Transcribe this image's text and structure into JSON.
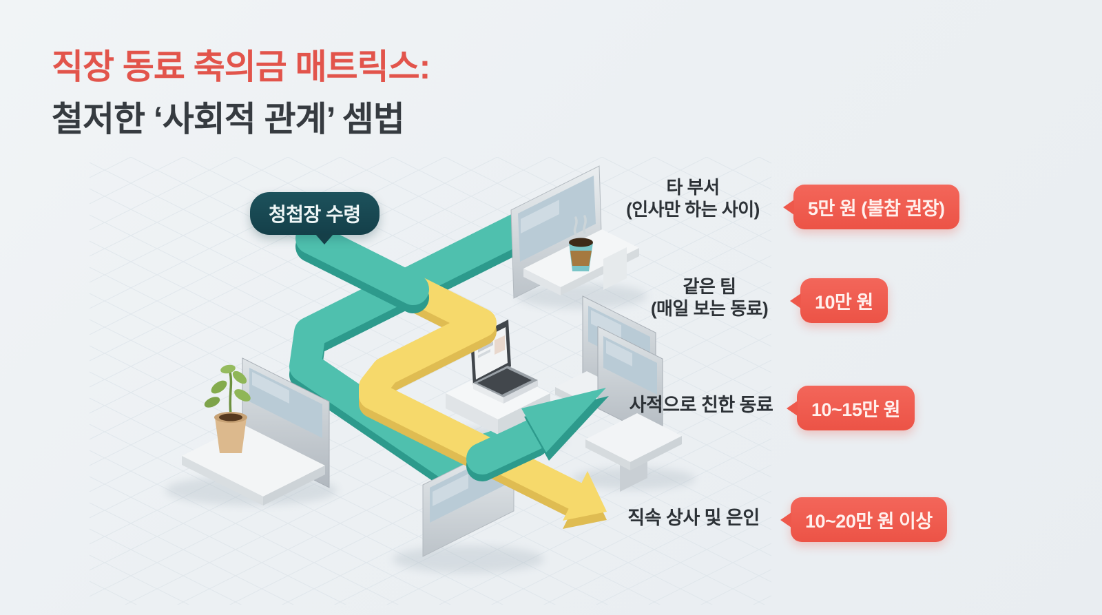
{
  "title": {
    "line1": "직장 동료 축의금 매트릭스:",
    "line2": "철저한 ‘사회적 관계’ 셈법"
  },
  "flow_start": {
    "label": "청첩장 수령"
  },
  "relationships": [
    {
      "label": "타 부서",
      "sublabel": "(인사만 하는 사이)",
      "amount": "5만 원 (불참 권장)"
    },
    {
      "label": "같은 팀",
      "sublabel": "(매일 보는 동료)",
      "amount": "10만 원"
    },
    {
      "label": "사적으로 친한 동료",
      "sublabel": "",
      "amount": "10~15만 원"
    },
    {
      "label": "직속 상사 및 은인",
      "sublabel": "",
      "amount": "10~20만 원 이상"
    }
  ],
  "colors": {
    "title_red": "#e2544b",
    "title_dark": "#363b40",
    "invitation_badge_bg": "#17454f",
    "amount_badge_bg": "#ee584b",
    "path_teal": "#4fc0ae",
    "path_yellow": "#f6d96b",
    "background": "#eef1f4"
  },
  "icons": {
    "plant": "plant-icon",
    "coffee": "coffee-cup-icon",
    "laptop": "laptop-icon",
    "teal_arrow": "teal-arrow-icon",
    "yellow_arrow": "yellow-arrow-icon"
  }
}
